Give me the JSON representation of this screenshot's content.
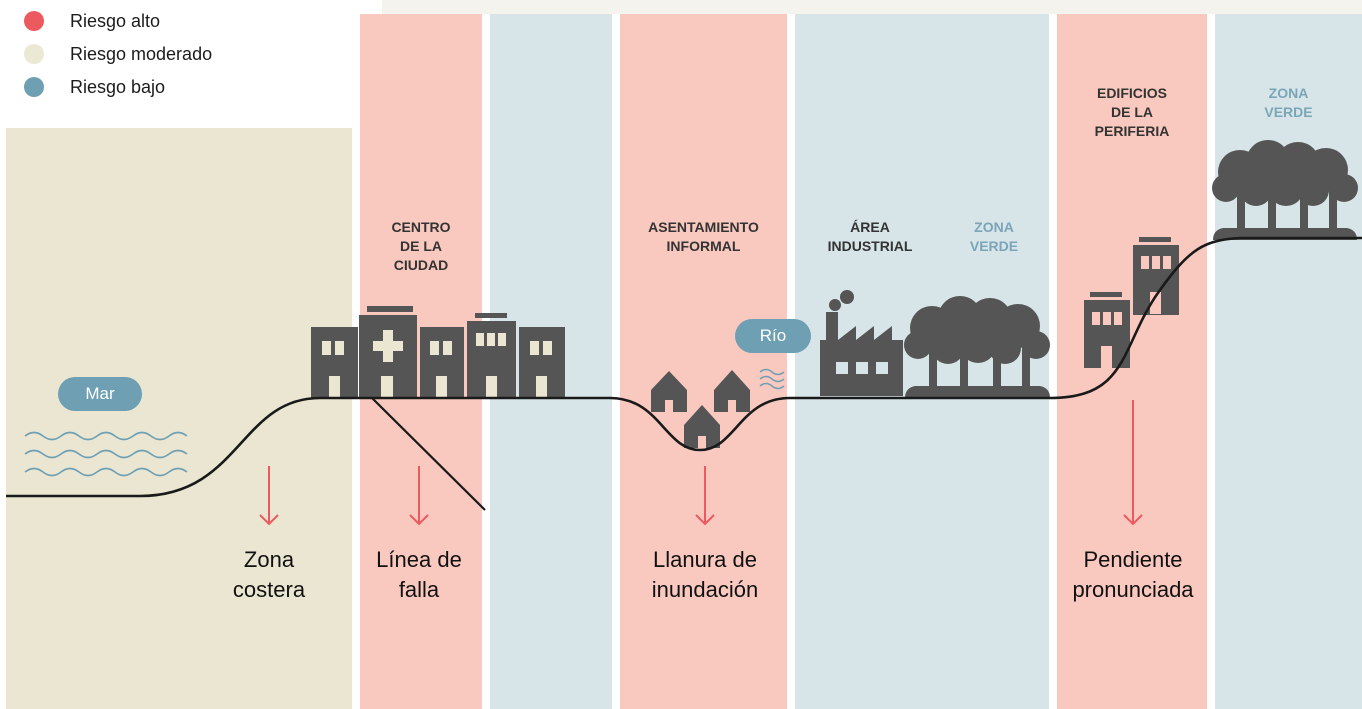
{
  "legend": [
    {
      "label": "Riesgo alto",
      "color": "#ec5a5f"
    },
    {
      "label": "Riesgo moderado",
      "color": "#ebe8d4"
    },
    {
      "label": "Riesgo bajo",
      "color": "#6e9fb3"
    }
  ],
  "colors": {
    "high_band": "#f9c9bf",
    "moderate_band": "#ebe6d2",
    "low_band": "#d7e4e8",
    "top_band": "#f5f3ee",
    "buildings": "#555555",
    "arrow": "#ec5a5f",
    "water": "#6e9fb3",
    "green_text": "#7aa6b8"
  },
  "zones": {
    "centro": "CENTRO\nDE LA\nCIUDAD",
    "asentamiento": "ASENTAMIENTO\nINFORMAL",
    "industrial": "ÁREA\nINDUSTRIAL",
    "zona_verde_1": "ZONA\nVERDE",
    "edificios": "EDIFICIOS\nDE LA\nPERIFERIA",
    "zona_verde_2": "ZONA\nVERDE"
  },
  "pills": {
    "mar": "Mar",
    "rio": "Río"
  },
  "risks": {
    "costera": "Zona\ncostera",
    "falla": "Línea de\nfalla",
    "inundacion": "Llanura de\ninundación",
    "pendiente": "Pendiente\npronunciada"
  }
}
